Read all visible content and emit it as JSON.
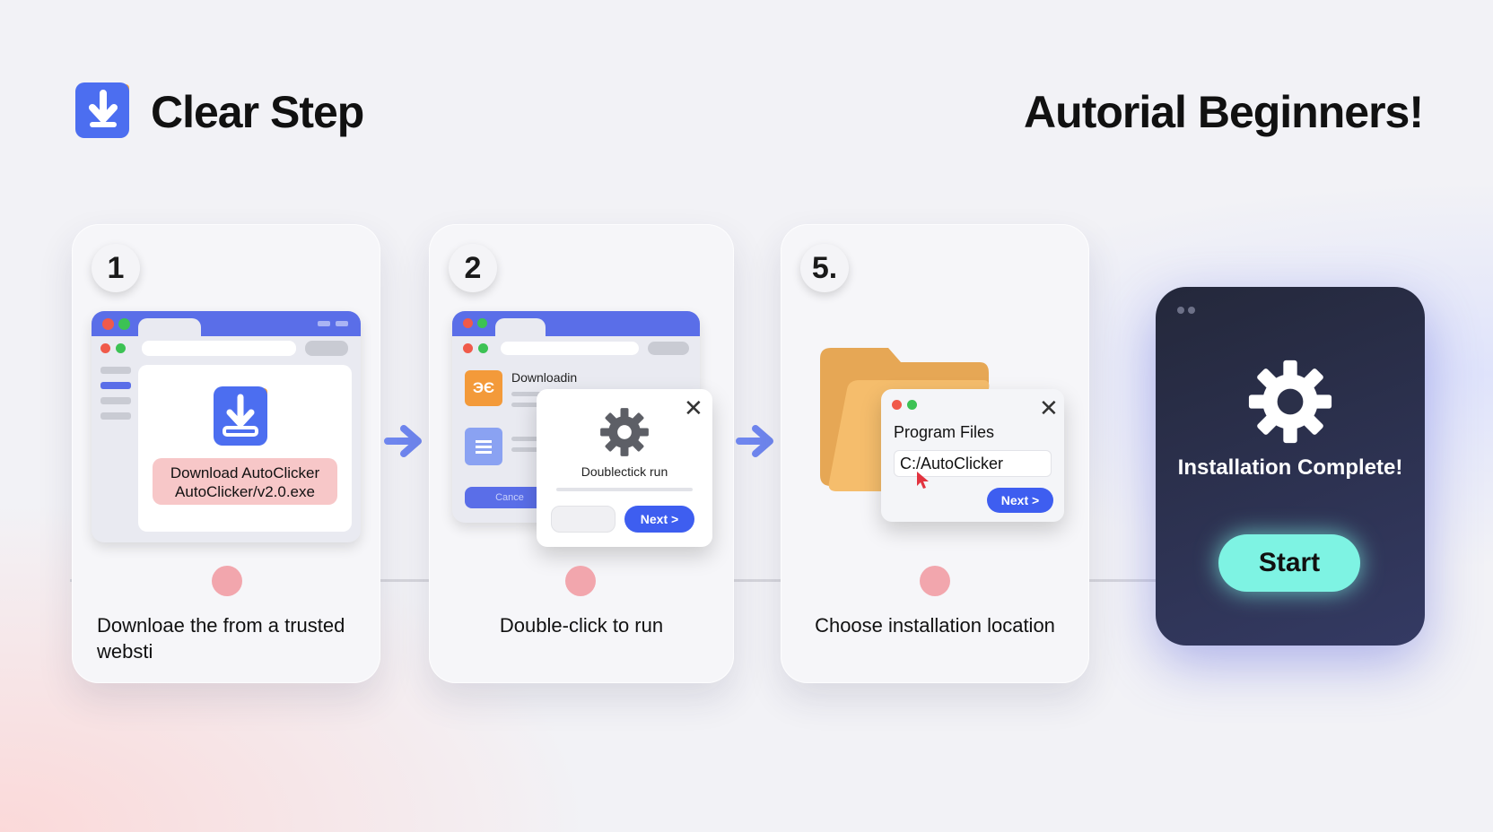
{
  "header": {
    "brand": "Clear Step",
    "headline": "Autorial Beginners!",
    "logo_icon": "download-folder-icon"
  },
  "steps": [
    {
      "badge": "1",
      "caption_line1": "Downloae the from a trusted",
      "caption_line2": "websti",
      "download_line1": "Download AutoClicker",
      "download_line2": "AutoClicker/v2.0.exe"
    },
    {
      "badge": "2",
      "caption": "Double-click to run",
      "folder_label": "Downloadin",
      "file_badge": "ЭЄ",
      "dialog_text": "Doublectick run",
      "next_label": "Next >",
      "left_button": "Cance"
    },
    {
      "badge": "5.",
      "caption": "Choose installation location",
      "dialog_title": "Program Files",
      "path_value": "C:/AutoClicker",
      "next_label": "Next >"
    }
  ],
  "final": {
    "title": "Installation Complete!",
    "start_label": "Start"
  },
  "colors": {
    "accent_blue": "#3e5ef0",
    "window_bar": "#5a6ee8",
    "start_button": "#7ef3e3",
    "timeline_dot": "#f2a6ad",
    "folder": "#f5b968"
  }
}
